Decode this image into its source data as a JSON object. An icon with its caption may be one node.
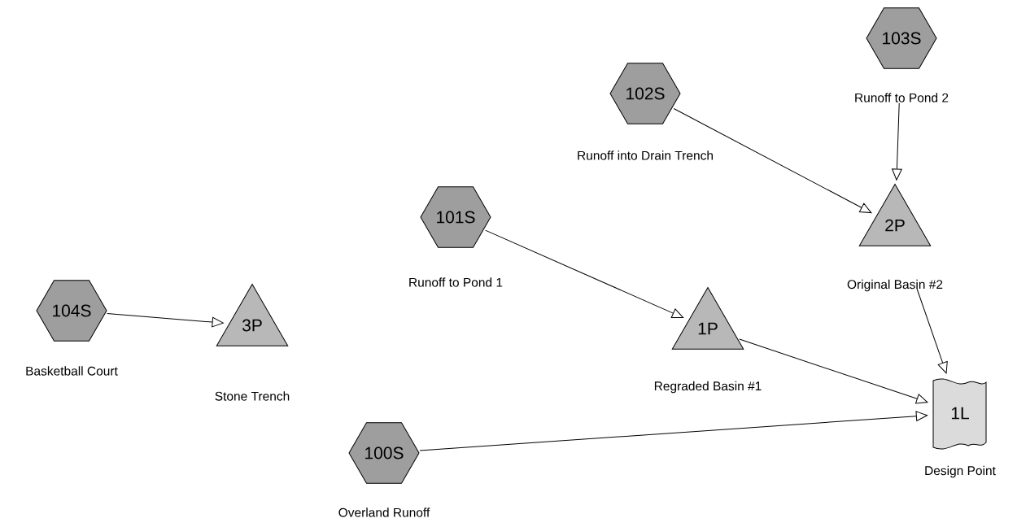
{
  "diagram": {
    "nodes": [
      {
        "text": [
          "103S"
        ],
        "beside": [
          "Runoff to Pond 2"
        ]
      },
      {
        "text": [
          "102S"
        ],
        "beside": [
          "Runoff into Drain Trench"
        ]
      },
      {
        "text": [
          "101S"
        ],
        "beside": [
          "Runoff to Pond 1"
        ]
      },
      {
        "text": [
          "2P"
        ],
        "beside": [
          "Original Basin #2"
        ]
      },
      {
        "text": [
          "104S"
        ],
        "beside": [
          "Basketball Court"
        ]
      },
      {
        "text": [
          "3P"
        ],
        "beside": [
          "Stone Trench"
        ]
      },
      {
        "text": [
          "1P"
        ],
        "beside": [
          "Regraded Basin #1"
        ]
      },
      {
        "text": [
          "1L"
        ],
        "beside": [
          "Design Point"
        ]
      },
      {
        "text": [
          "100S"
        ],
        "beside": [
          "Overland Runoff"
        ]
      }
    ],
    "edges": [
      {
        "from": 4,
        "to": 5,
        "arrow": "to"
      },
      {
        "from": 2,
        "to": 6,
        "arrow": "to"
      },
      {
        "from": 1,
        "to": 3,
        "arrow": "to"
      },
      {
        "from": 0,
        "to": 3,
        "arrow": "to"
      },
      {
        "from": 3,
        "to": 7,
        "arrow": "to"
      },
      {
        "from": 6,
        "to": 7,
        "arrow": "to"
      },
      {
        "from": 8,
        "to": 7,
        "arrow": "to"
      }
    ]
  }
}
